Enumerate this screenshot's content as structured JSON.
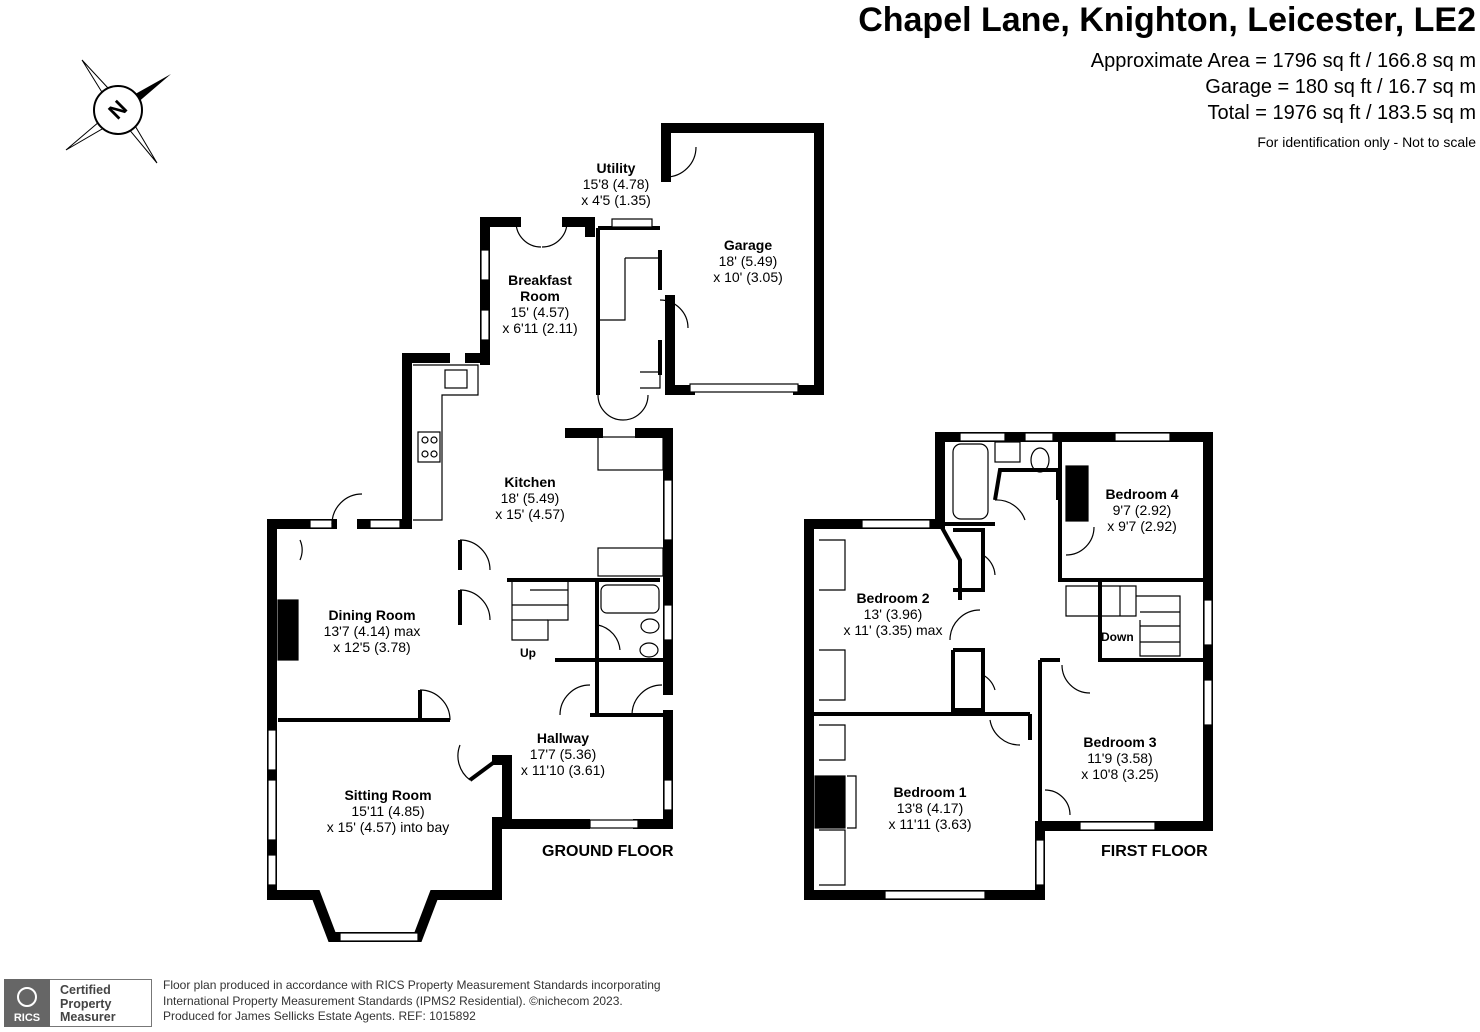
{
  "header": {
    "title": "Chapel Lane, Knighton, Leicester, LE2",
    "area_main": "Approximate Area = 1796 sq ft / 166.8 sq m",
    "area_garage": "Garage = 180 sq ft / 16.7 sq m",
    "area_total": "Total = 1976 sq ft / 183.5 sq m",
    "disclaimer": "For identification only - Not to scale"
  },
  "compass": {
    "letter": "N",
    "icon": "compass-rose-icon"
  },
  "ground_floor": {
    "label": "GROUND FLOOR",
    "rooms": [
      {
        "name": "Utility",
        "dims": [
          "15'8 (4.78)",
          "x 4'5 (1.35)"
        ]
      },
      {
        "name": "Garage",
        "dims": [
          "18' (5.49)",
          "x 10' (3.05)"
        ]
      },
      {
        "name": "Breakfast",
        "name2": "Room",
        "dims": [
          "15' (4.57)",
          "x 6'11 (2.11)"
        ]
      },
      {
        "name": "Kitchen",
        "dims": [
          "18' (5.49)",
          "x 15' (4.57)"
        ]
      },
      {
        "name": "Dining Room",
        "dims": [
          "13'7 (4.14) max",
          "x 12'5 (3.78)"
        ]
      },
      {
        "name": "Hallway",
        "dims": [
          "17'7 (5.36)",
          "x 11'10 (3.61)"
        ]
      },
      {
        "name": "Sitting Room",
        "dims": [
          "15'11 (4.85)",
          "x 15' (4.57)  into bay"
        ]
      }
    ],
    "stairs_label": "Up"
  },
  "first_floor": {
    "label": "FIRST FLOOR",
    "rooms": [
      {
        "name": "Bedroom 4",
        "dims": [
          "9'7 (2.92)",
          "x 9'7 (2.92)"
        ]
      },
      {
        "name": "Bedroom 2",
        "dims": [
          "13' (3.96)",
          "x 11' (3.35) max"
        ]
      },
      {
        "name": "Bedroom 3",
        "dims": [
          "11'9 (3.58)",
          "x 10'8 (3.25)"
        ]
      },
      {
        "name": "Bedroom 1",
        "dims": [
          "13'8 (4.17)",
          "x 11'11 (3.63)"
        ]
      }
    ],
    "stairs_label": "Down"
  },
  "footer": {
    "line1": "Floor plan produced in accordance with RICS Property Measurement Standards incorporating",
    "line2": "International Property Measurement Standards (IPMS2 Residential).  ©nichecom 2023.",
    "line3": "Produced for James Sellicks Estate Agents.   REF: 1015892",
    "badge_logo": "RICS",
    "badge_line1": "Certified",
    "badge_line2": "Property",
    "badge_line3": "Measurer"
  }
}
